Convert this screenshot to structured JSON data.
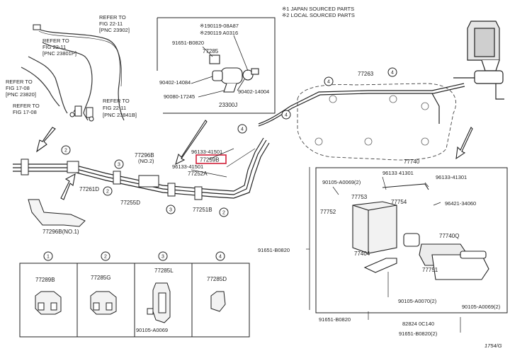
{
  "legend": {
    "japan": "※1 JAPAN SOURCED PARTS",
    "local": "※2 LOCAL SOURCED PARTS"
  },
  "refs": {
    "r1a": "REFER TO",
    "r1b": "FIG 22-11",
    "r1c": "[PNC 23902]",
    "r2a": "REFER TO",
    "r2b": "FIG 22-11",
    "r2c": "[PNC 23801P]",
    "r3a": "REFER TO",
    "r3b": "FIG 17-08",
    "r3c": "[PNC 23820]",
    "r3d": "REFER TO",
    "r3e": "FIG 17-08",
    "r4a": "REFER TO",
    "r4b": "FIG 22-11",
    "r4c": "[PNC 23841B]"
  },
  "parts": {
    "p90119a": "※190119-08A87",
    "p90119b": "※290119 A0316",
    "p91651a": "91651-B0820",
    "p77285": "77285",
    "p90402a": "90402-14084",
    "p90402b": "90402-14004",
    "p90080": "90080-17245",
    "p23300": "23300J",
    "p77263": "77263",
    "p96133a": "96133-41501",
    "p77259": "77259B",
    "p96133b": "96133-41501",
    "p77296b": "77296B",
    "p77296bno2": "(NO.2)",
    "p77252": "77252A",
    "p77261": "77261D",
    "p77255": "77255D",
    "p77251": "77251B",
    "p77296bno1": "77296B(NO.1)",
    "p77740": "77740",
    "p96133c": "96133 41301",
    "p96133d": "96133-41301",
    "p90105a": "90105-A0069(2)",
    "p77753": "77753",
    "p77754": "77754",
    "p96421": "96421-34060",
    "p77752": "77752",
    "p77740q": "77740Q",
    "p91651b": "91651-B0820",
    "p77404": "77404",
    "p77751": "77751",
    "p90105b": "90105-A0070(2)",
    "p90105c": "90105-A0069(2)",
    "p91651c": "91651-B0820",
    "p82824": "82824 0C140",
    "p91651d": "91651-B0820(2)",
    "p77285l": "77285L",
    "p90105d": "90105-A0069"
  },
  "callouts": {
    "box1": {
      "num": "1",
      "part": "77289B"
    },
    "box2": {
      "num": "2",
      "part": "77285G"
    },
    "box3": {
      "num": "3",
      "part": "77285L"
    },
    "box4": {
      "num": "4",
      "part": "77285D"
    }
  },
  "circled": {
    "n1": "1",
    "n2": "2",
    "n3": "3",
    "n4": "4"
  },
  "footer": {
    "code": "1754/G"
  }
}
